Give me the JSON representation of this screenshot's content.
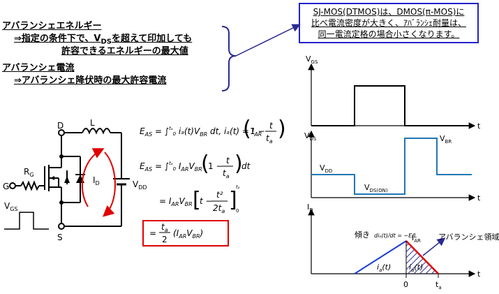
{
  "definitions": {
    "avalanche_energy_title": "アバランシェエネルギー",
    "avalanche_energy_line1": "⇒指定の条件下で、V",
    "avalanche_energy_line1_sub": "DS",
    "avalanche_energy_line1_end": "を超えて印加しても",
    "avalanche_energy_line2": "許容できるエネルギーの最大値",
    "avalanche_current_title": "アバランシェ電流",
    "avalanche_current_line": "⇒アバランシェ降伏時の最大許容電流"
  },
  "note": {
    "line1": "SJ-MOS(DTMOS)は、DMOS(π-MOS)に",
    "line2": "比べ電流密度が大きく、ｱﾊﾞﾗﾝｼｪ耐量は、",
    "line3": "同一電流定格の場合小さくなります。"
  },
  "circuit": {
    "drain": "D",
    "inductor": "L",
    "gate": "G",
    "gate_resistor": "R",
    "gate_resistor_sub": "G",
    "source": "S",
    "current": "I",
    "current_sub": "D",
    "supply": "V",
    "supply_sub": "DD",
    "vgs": "V",
    "vgs_sub": "GS"
  },
  "formulas": {
    "f1": "E_AS = ∫₀^tₐ iₐ(t)V_BR dt, iₐ(t) = I_AR(1 − t/tₐ)",
    "f2": "E_AS = ∫₀^tₐ I_AR V_BR(1 − t/tₐ)dt",
    "f3": "= I_AR V_BR [t − t²/2tₐ]₀^tₐ",
    "f4": "= tₐ/2 (I_AR V_BR)"
  },
  "waveforms": {
    "vgs_label": "V",
    "vgs_label_sub": "GS",
    "vds_label": "V",
    "vds_label_sub": "DS",
    "id_label": "I",
    "id_label_sub": "D",
    "t_label": "t",
    "vdd_label": "V",
    "vdd_label_sub": "DD",
    "vbr_label": "V",
    "vbr_label_sub": "BR",
    "vdson_label": "V",
    "vdson_label_sub": "DS(ON)",
    "iar_label": "I",
    "iar_label_sub": "AR",
    "slope_label": "傾き",
    "avalanche_region": "アバランシェ領域",
    "ia_label": "i",
    "ia_label_sub": "a",
    "zero_label": "0",
    "ta_label": "t",
    "ta_label_sub": "a"
  },
  "colors": {
    "note_border": "#2222cc",
    "waveform": "#1f77b4",
    "current_ramp": "#1a3bd6",
    "avalanche_fall": "#e00000",
    "bracket": "#2a2a90",
    "id_arrow": "#e00000"
  }
}
